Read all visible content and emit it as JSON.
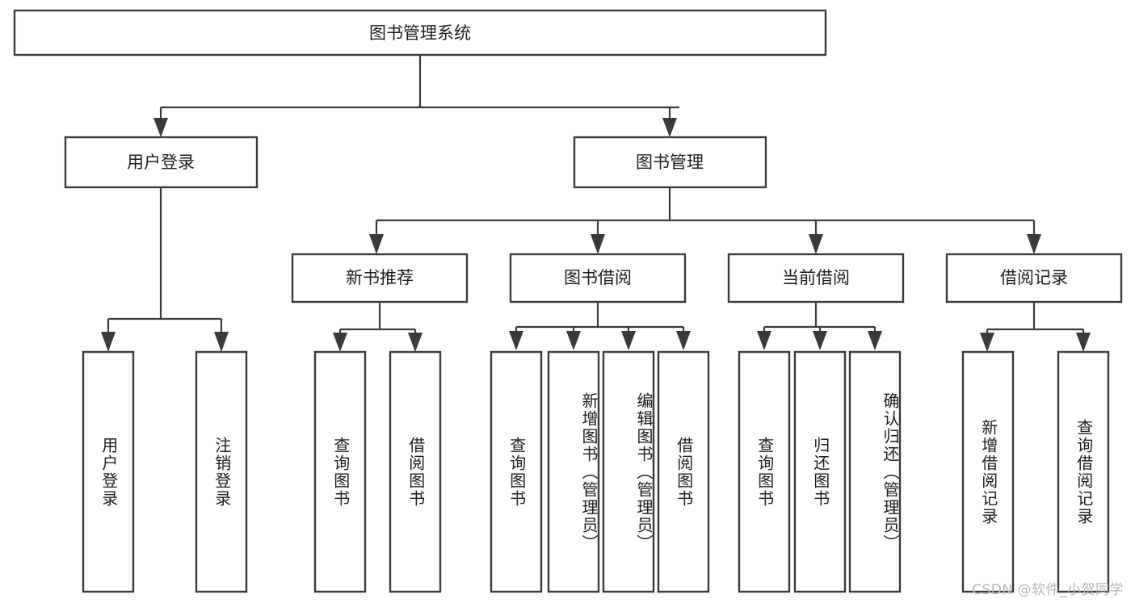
{
  "diagram": {
    "type": "tree-hierarchy",
    "title": "图书管理系统",
    "watermark": "CSDN @软件_小贺同学",
    "colors": {
      "stroke": "#3a3a3a",
      "fill": "#ffffff",
      "text": "#1c1c1c",
      "watermark": "#b6b6b6"
    },
    "levels": {
      "root": {
        "label": "图书管理系统"
      },
      "level2": [
        {
          "label": "用户登录"
        },
        {
          "label": "图书管理"
        }
      ],
      "level3": [
        {
          "label": "新书推荐"
        },
        {
          "label": "图书借阅"
        },
        {
          "label": "当前借阅"
        },
        {
          "label": "借阅记录"
        }
      ],
      "leaves": {
        "user_login": [
          {
            "label": "用户登录"
          },
          {
            "label": "注销登录"
          }
        ],
        "new_book_recommend": [
          {
            "label": "查询图书"
          },
          {
            "label": "借阅图书"
          }
        ],
        "book_borrow": [
          {
            "label": "查询图书"
          },
          {
            "label": "新增图书（管理员）"
          },
          {
            "label": "编辑图书（管理员）"
          },
          {
            "label": "借阅图书"
          }
        ],
        "current_borrow": [
          {
            "label": "查询图书"
          },
          {
            "label": "归还图书"
          },
          {
            "label": "确认归还（管理员）"
          }
        ],
        "borrow_record": [
          {
            "label": "新增借阅记录"
          },
          {
            "label": "查询借阅记录"
          }
        ]
      }
    }
  }
}
